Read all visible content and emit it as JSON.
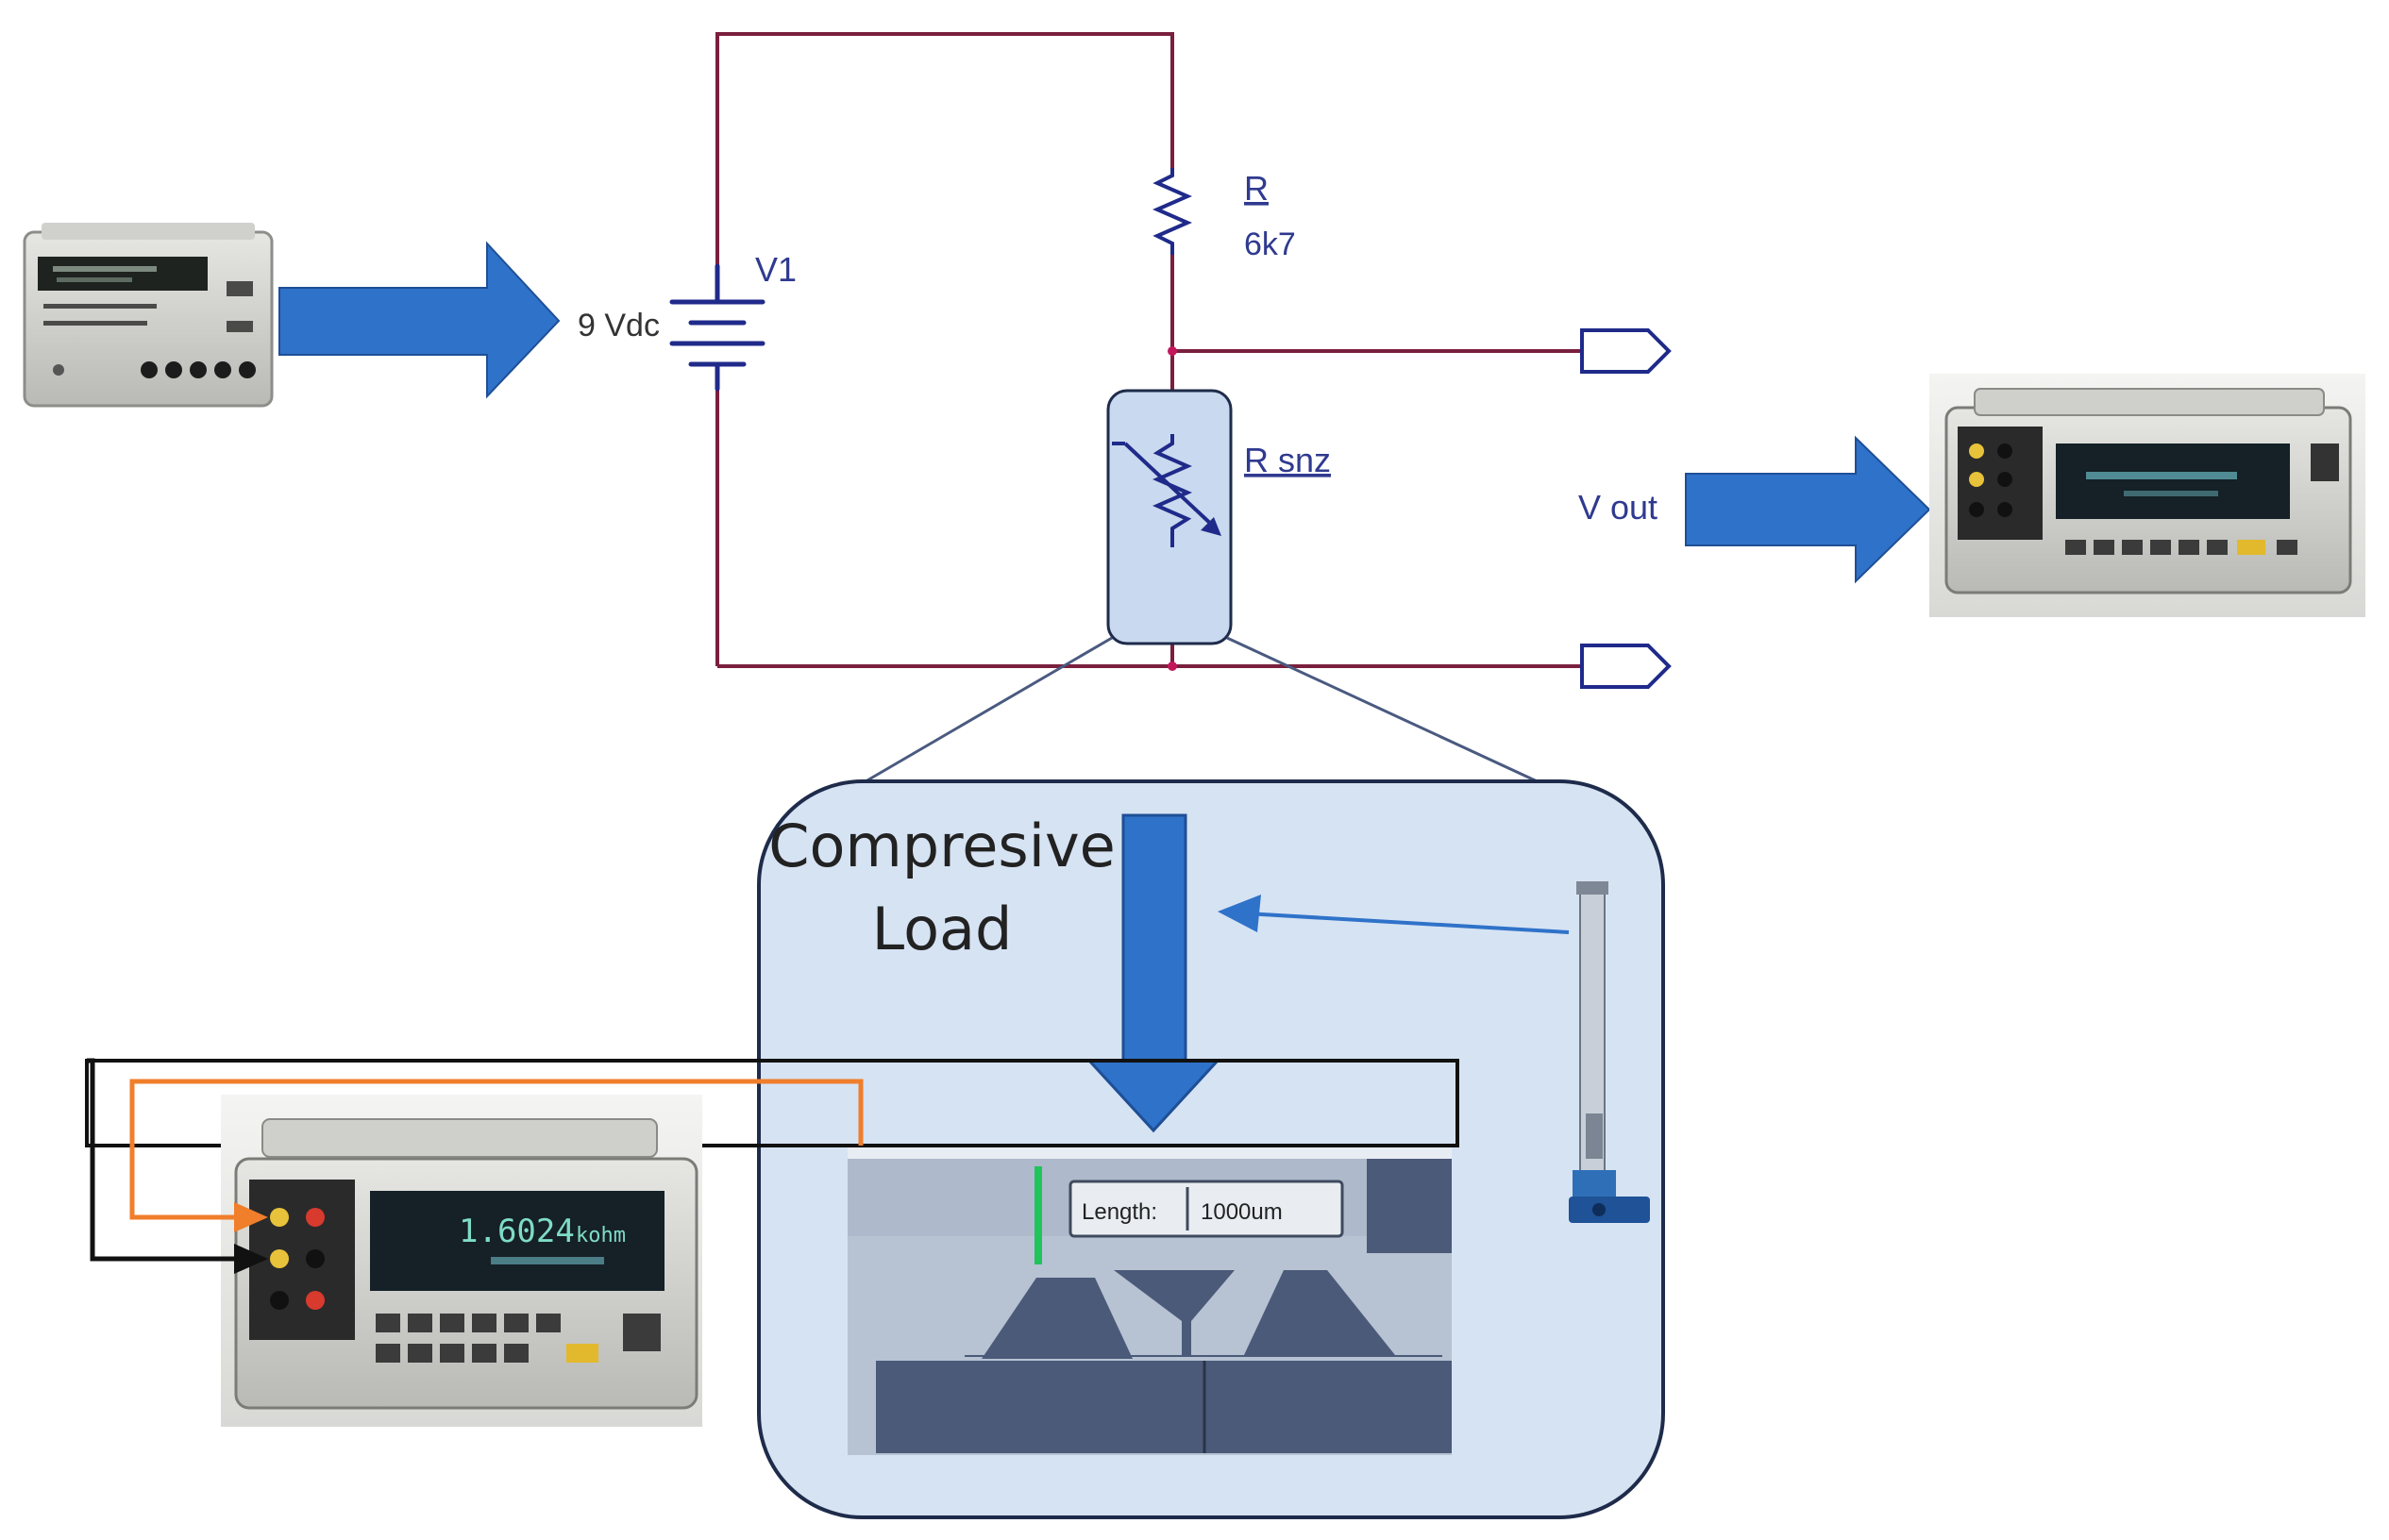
{
  "circuit": {
    "source_label": "V1",
    "source_value": "9 Vdc",
    "resistor_label": "R",
    "resistor_value": "6k7",
    "sensor_label": "R snz",
    "output_label": "V out"
  },
  "zoom": {
    "load_label_line1": "Compresive",
    "load_label_line2": "Load"
  },
  "sem_image": {
    "measure_label": "Length:",
    "measure_value": "1000um"
  },
  "instruments": {
    "multimeter_reading_main": "1.6024",
    "multimeter_reading_unit": "kohm"
  },
  "colors": {
    "wire": "#7a1f3d",
    "arrow": "#2f72c9",
    "label_blue": "#2f3a8f",
    "zoom_fill": "#d6e3f3",
    "zoom_stroke": "#1e2b4a",
    "sensor_fill": "#c9d9ef",
    "probe_orange": "#f07e2b",
    "probe_black": "#111111",
    "sem_dark": "#4b5a78",
    "sem_light": "#b7c2d3"
  }
}
